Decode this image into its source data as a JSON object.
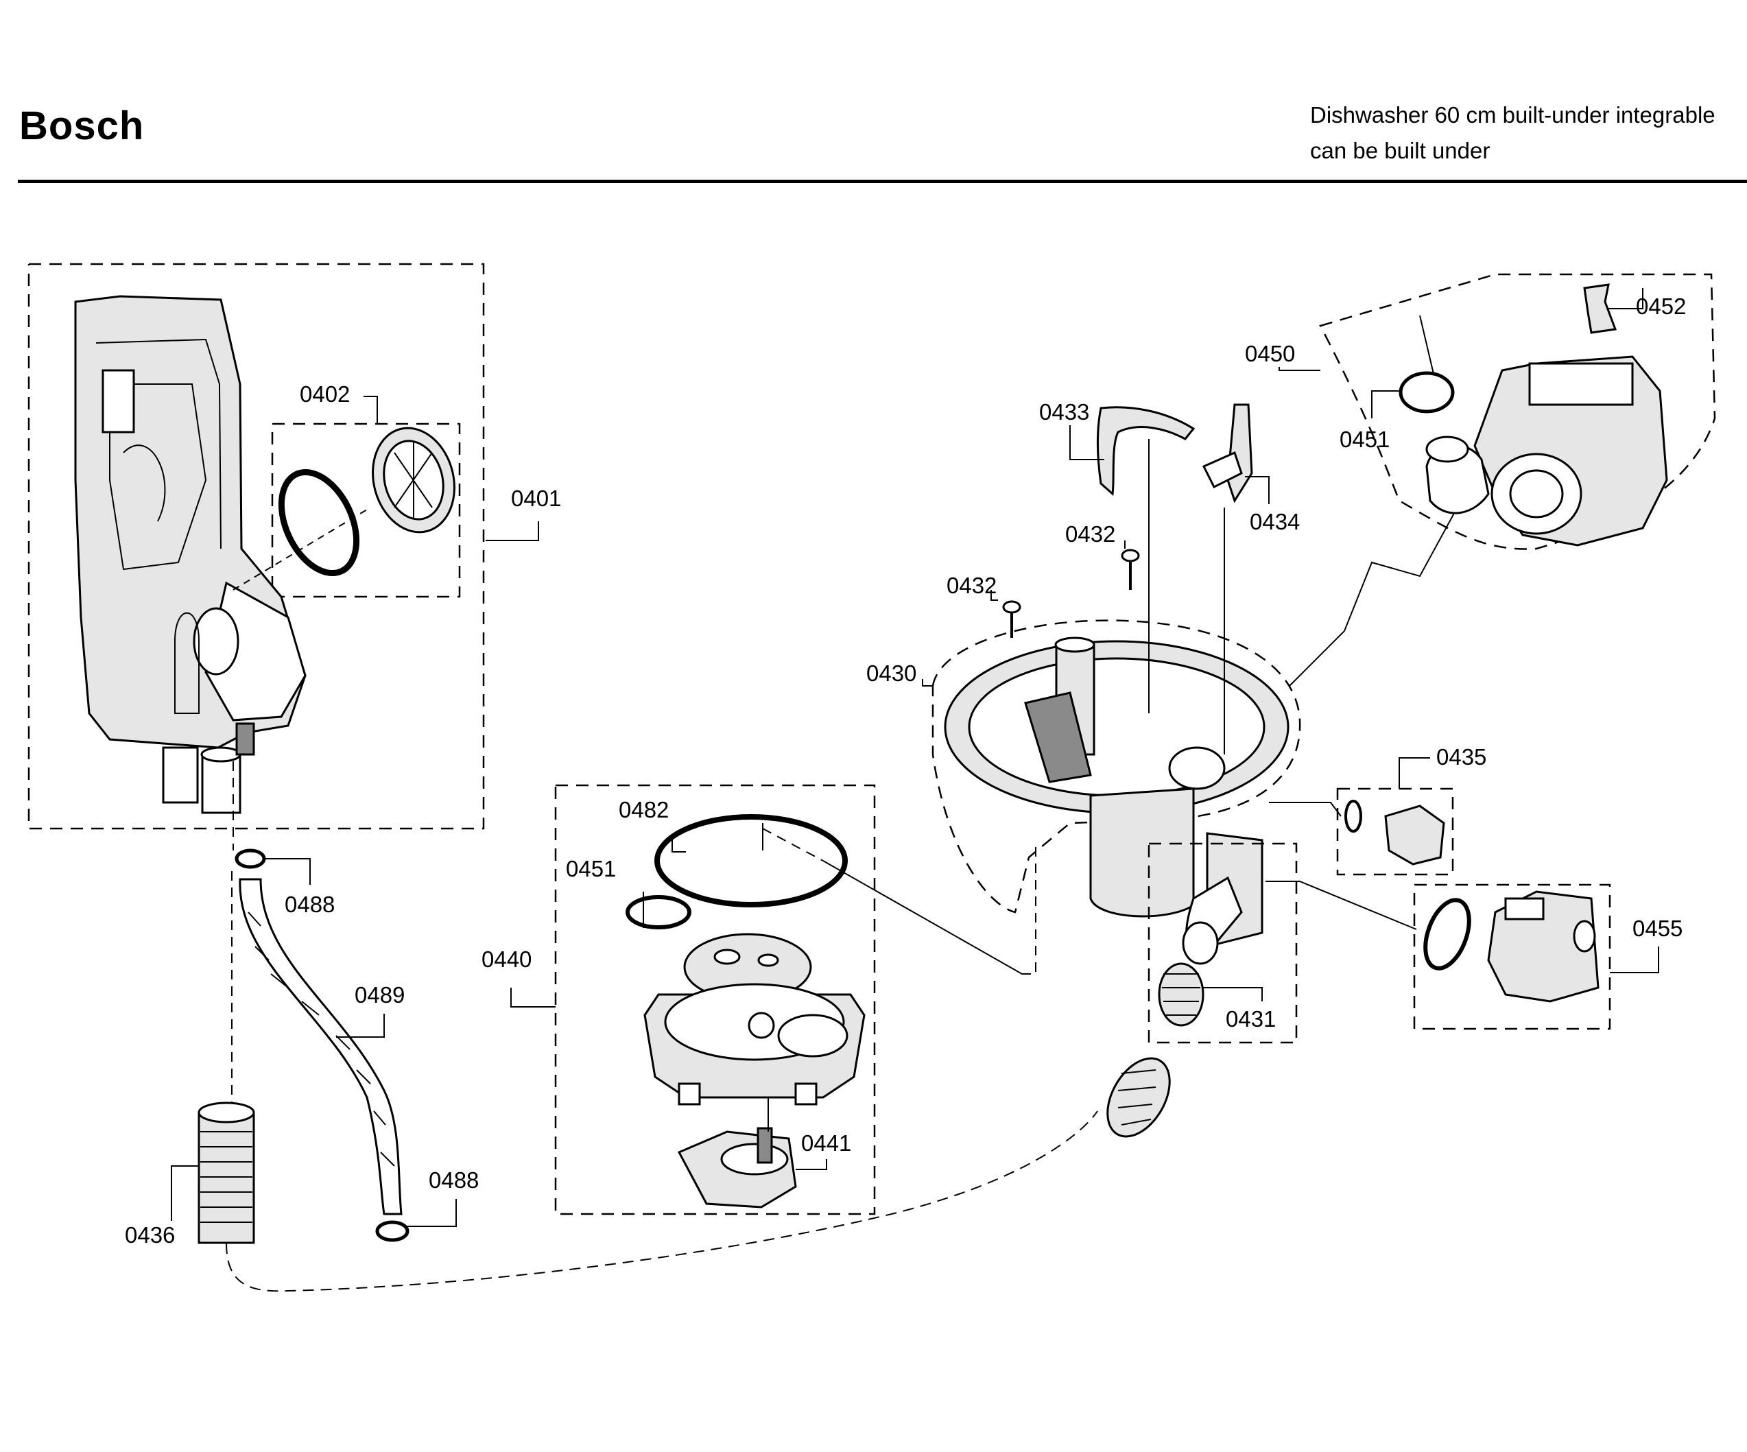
{
  "header": {
    "brand": "Bosch",
    "subtitle_line1": "Dishwasher 60 cm built-under integrable",
    "subtitle_line2": "can be built under"
  },
  "labels": {
    "p0401": "0401",
    "p0402": "0402",
    "p0488a": "0488",
    "p0488b": "0488",
    "p0489": "0489",
    "p0436": "0436",
    "p0482": "0482",
    "p0451a": "0451",
    "p0440": "0440",
    "p0441": "0441",
    "p0430": "0430",
    "p0431": "0431",
    "p0432a": "0432",
    "p0432b": "0432",
    "p0433": "0433",
    "p0434": "0434",
    "p0435": "0435",
    "p0450": "0450",
    "p0451b": "0451",
    "p0452": "0452",
    "p0455": "0455"
  }
}
